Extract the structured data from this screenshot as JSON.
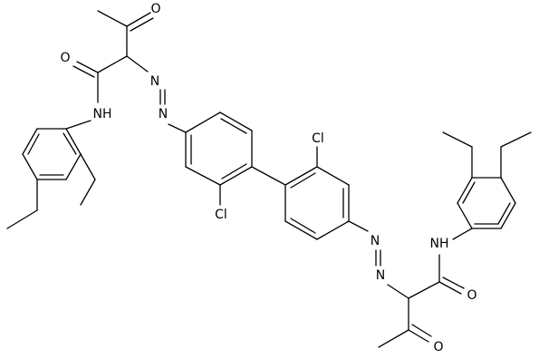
{
  "diagram": {
    "kind": "skeletal-structure",
    "line_color": "#000000",
    "background": "#ffffff",
    "labels": {
      "o_top": "O",
      "o_amide_left": "O",
      "nh_left": "NH",
      "n_azo_left_a": "N",
      "n_azo_left_b": "N",
      "cl_upper": "Cl",
      "cl_lower": "Cl",
      "n_azo_right_a": "N",
      "n_azo_right_b": "N",
      "nh_right": "NH",
      "o_amide_right": "O",
      "o_bottom": "O"
    }
  }
}
